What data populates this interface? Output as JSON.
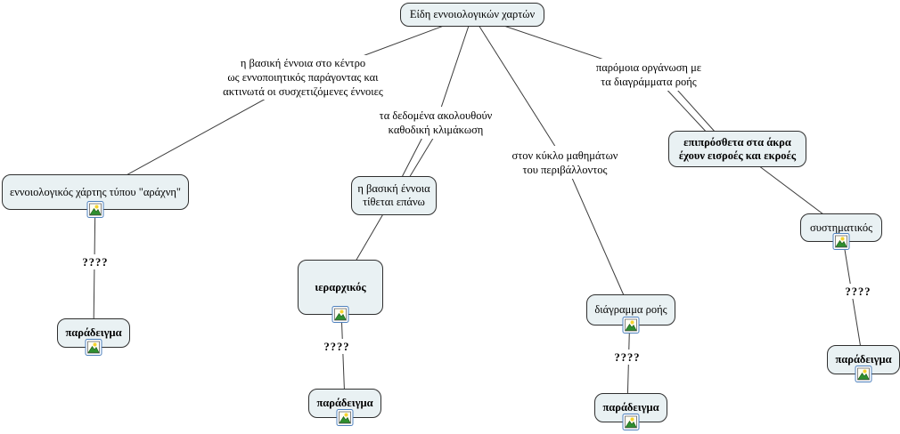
{
  "title": "Είδη εννοιολογικών χαρτών",
  "concepts": {
    "root": "Είδη εννοιολογικών χαρτών",
    "spider": "εννοιολογικός χάρτης τύπου \"αράχνη\"",
    "basic_top": "η βασική έννοια\nτίθεται επάνω",
    "hierarchical": "ιεραρχικός",
    "inputs_outputs": "επιπρόσθετα στα άκρα\nέχουν εισροές και εκροές",
    "flow": "διάγραμμα ροής",
    "systematic": "συστηματικός",
    "example": "παράδειγμα"
  },
  "phrases": {
    "spider": "η βασική έννοια στο κέντρο\nως εννοποιητικός παράγοντας και\nακτινωτά οι συσχετιζόμενες έννοιες",
    "descending": "τα δεδομένα ακολουθούν\nκαθοδική κλιμάκωση",
    "cycle": "στον κύκλο μαθημάτων\nτου περιβάλλοντος",
    "flowlike": "παρόμοια οργάνωση με\nτα διαγράμματα ροής",
    "unknown": "????"
  },
  "icons": {
    "image_resource": "image-resource-icon"
  },
  "colors": {
    "concept_fill": "#e9f1f3",
    "concept_border": "#2f2f2f",
    "link_line": "#3c3c3c",
    "icon_border": "#4f81bd",
    "icon_sun": "#f6d32d",
    "icon_mountain": "#2f8f2f"
  }
}
